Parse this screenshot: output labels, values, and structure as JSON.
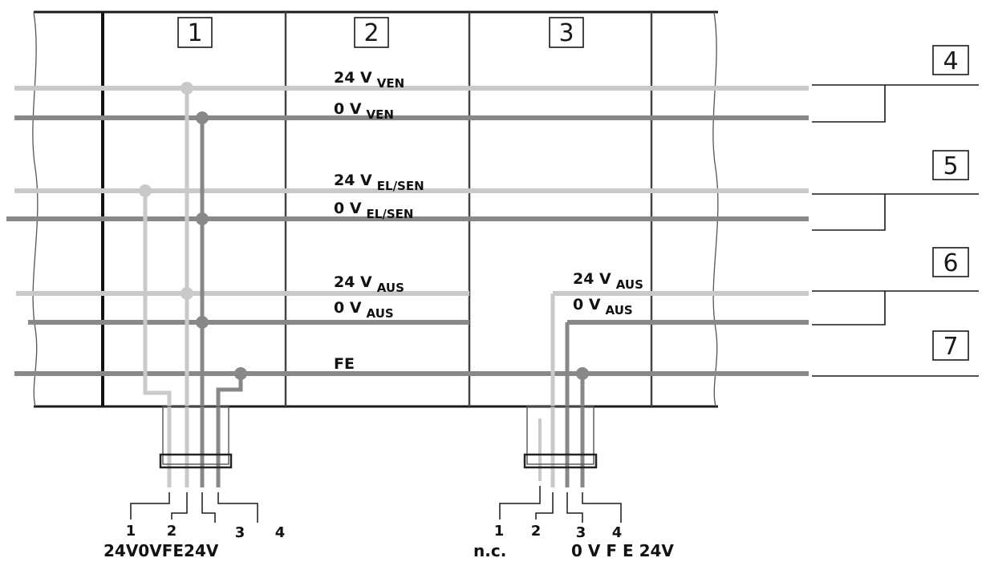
{
  "colors": {
    "supply_positive": "#c9c9c9",
    "supply_negative": "#888888",
    "frame": "#1a1a1a",
    "module_divider": "#444444",
    "wiring": "#1a1a1a"
  },
  "modules": [
    {
      "callout": "1"
    },
    {
      "callout": "2"
    },
    {
      "callout": "3"
    }
  ],
  "side_callouts": [
    "4",
    "5",
    "6",
    "7"
  ],
  "rails": {
    "ven_24": {
      "main": "24 V",
      "sub": "VEN"
    },
    "ven_0": {
      "main": "0 V",
      "sub": "VEN"
    },
    "elsen_24": {
      "main": "24 V",
      "sub": "EL/SEN"
    },
    "elsen_0": {
      "main": "0 V",
      "sub": "EL/SEN"
    },
    "aus_24": {
      "main": "24 V",
      "sub": "AUS"
    },
    "aus_0": {
      "main": "0 V",
      "sub": "AUS"
    },
    "fe": {
      "main": "FE"
    },
    "module3_aus_24": {
      "main": "24 V",
      "sub": "AUS"
    },
    "module3_aus_0": {
      "main": "0 V",
      "sub": "AUS"
    }
  },
  "connector_1": {
    "pins": [
      "1",
      "2",
      "3",
      "4"
    ],
    "function_text": "24V0VFE24V"
  },
  "connector_3": {
    "pins": [
      "1",
      "2",
      "3",
      "4"
    ],
    "nc_text": "n.c.",
    "function_text": "0 V F E 24V"
  }
}
